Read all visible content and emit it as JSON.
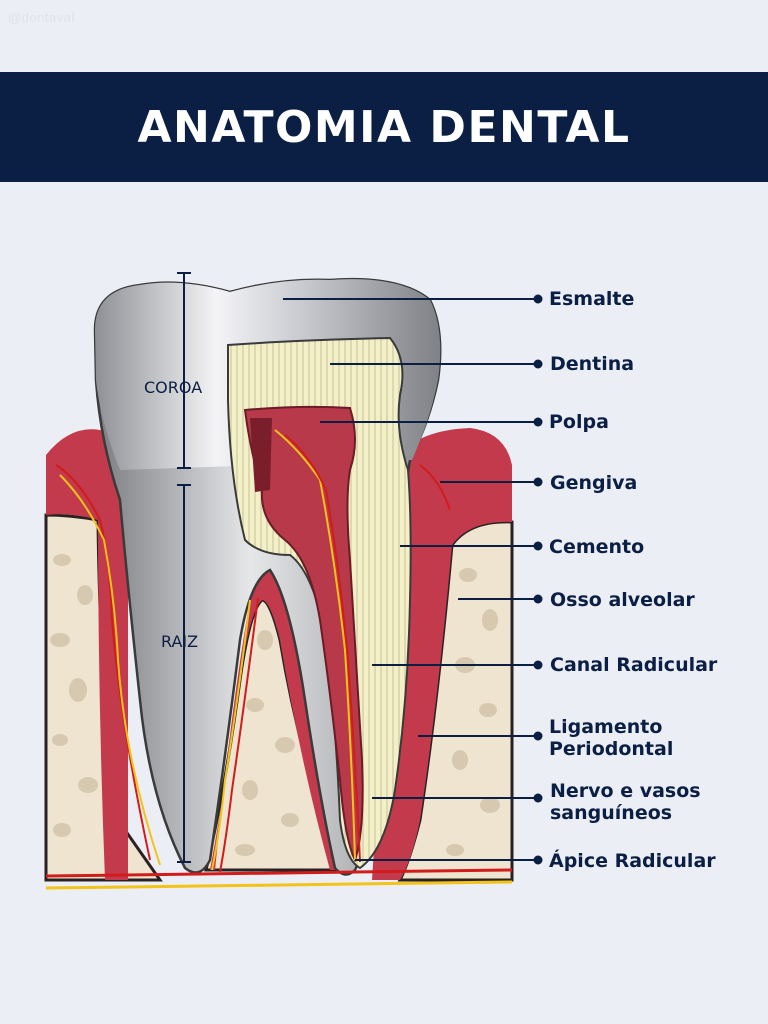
{
  "watermark": "@dontaval",
  "title": "ANATOMIA DENTAL",
  "sections": {
    "crown": "COROA",
    "root": "RAIZ"
  },
  "labels": [
    "Esmalte",
    "Dentina",
    "Polpa",
    "Gengiva",
    "Cemento",
    "Osso alveolar",
    "Canal Radicular",
    "Ligamento",
    "Periodontal",
    "Nervo e vasos",
    "sanguíneos",
    "Ápice Radicular"
  ],
  "colors": {
    "banner": "#0b1f44",
    "background": "#eceef5",
    "enamel": "#d7d9dd",
    "dentin": "#f3f0c8",
    "pulp": "#b8394a",
    "gum": "#c23a4c",
    "bone": "#efe4cf",
    "nerve": "#f2c318",
    "vessel": "#d21c1c"
  }
}
